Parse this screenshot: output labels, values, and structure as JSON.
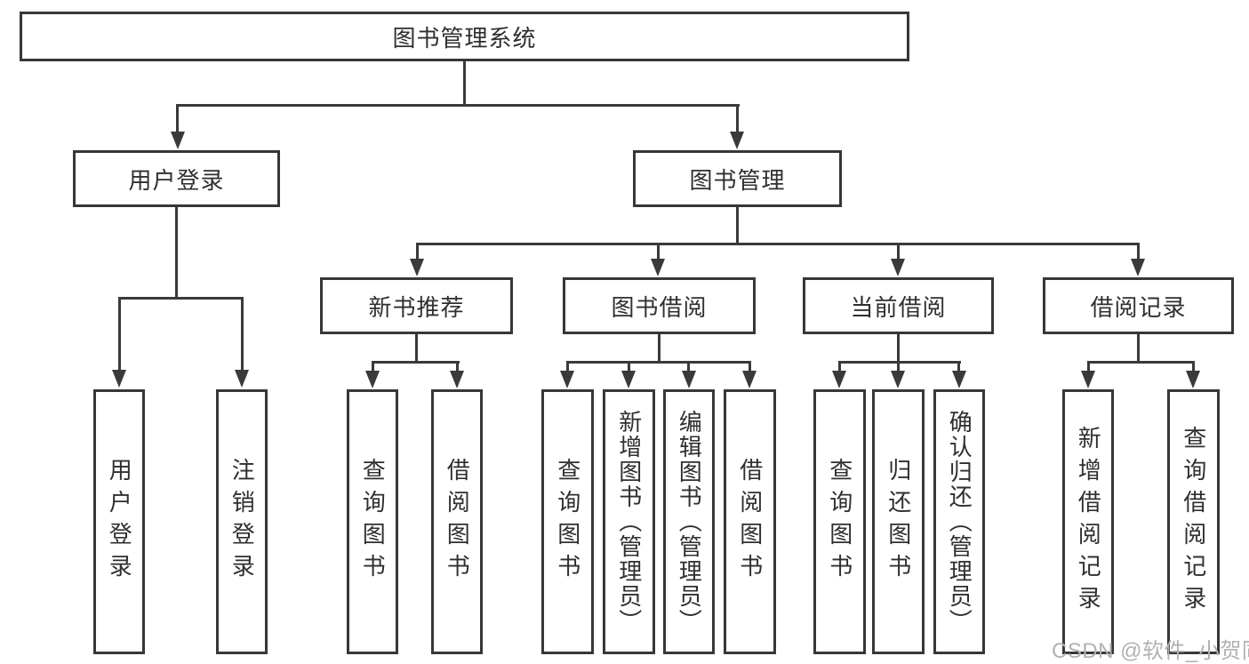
{
  "diagram": {
    "title": "图书管理系统",
    "root": {
      "label": "图书管理系统"
    },
    "level2": [
      {
        "label": "用户登录"
      },
      {
        "label": "图书管理"
      }
    ],
    "level3": [
      {
        "label": "新书推荐"
      },
      {
        "label": "图书借阅"
      },
      {
        "label": "当前借阅"
      },
      {
        "label": "借阅记录"
      }
    ],
    "leaves": {
      "user_login": [
        "用户登录",
        "注销登录"
      ],
      "new_book": [
        "查询图书",
        "借阅图书"
      ],
      "book_borrow": [
        "查询图书",
        "新增图书（管理员）",
        "编辑图书（管理员）",
        "借阅图书"
      ],
      "current_borrow": [
        "查询图书",
        "归还图书",
        "确认归还（管理员）"
      ],
      "borrow_records": [
        "新增借阅记录",
        "查询借阅记录"
      ]
    }
  },
  "watermark": {
    "text": "CSDN @软件_小贺同学"
  },
  "colors": {
    "line": "#3a3a3a",
    "border": "#373737",
    "text": "#2f2f2f",
    "watermark": "#b1b1b1",
    "background": "#ffffff"
  }
}
